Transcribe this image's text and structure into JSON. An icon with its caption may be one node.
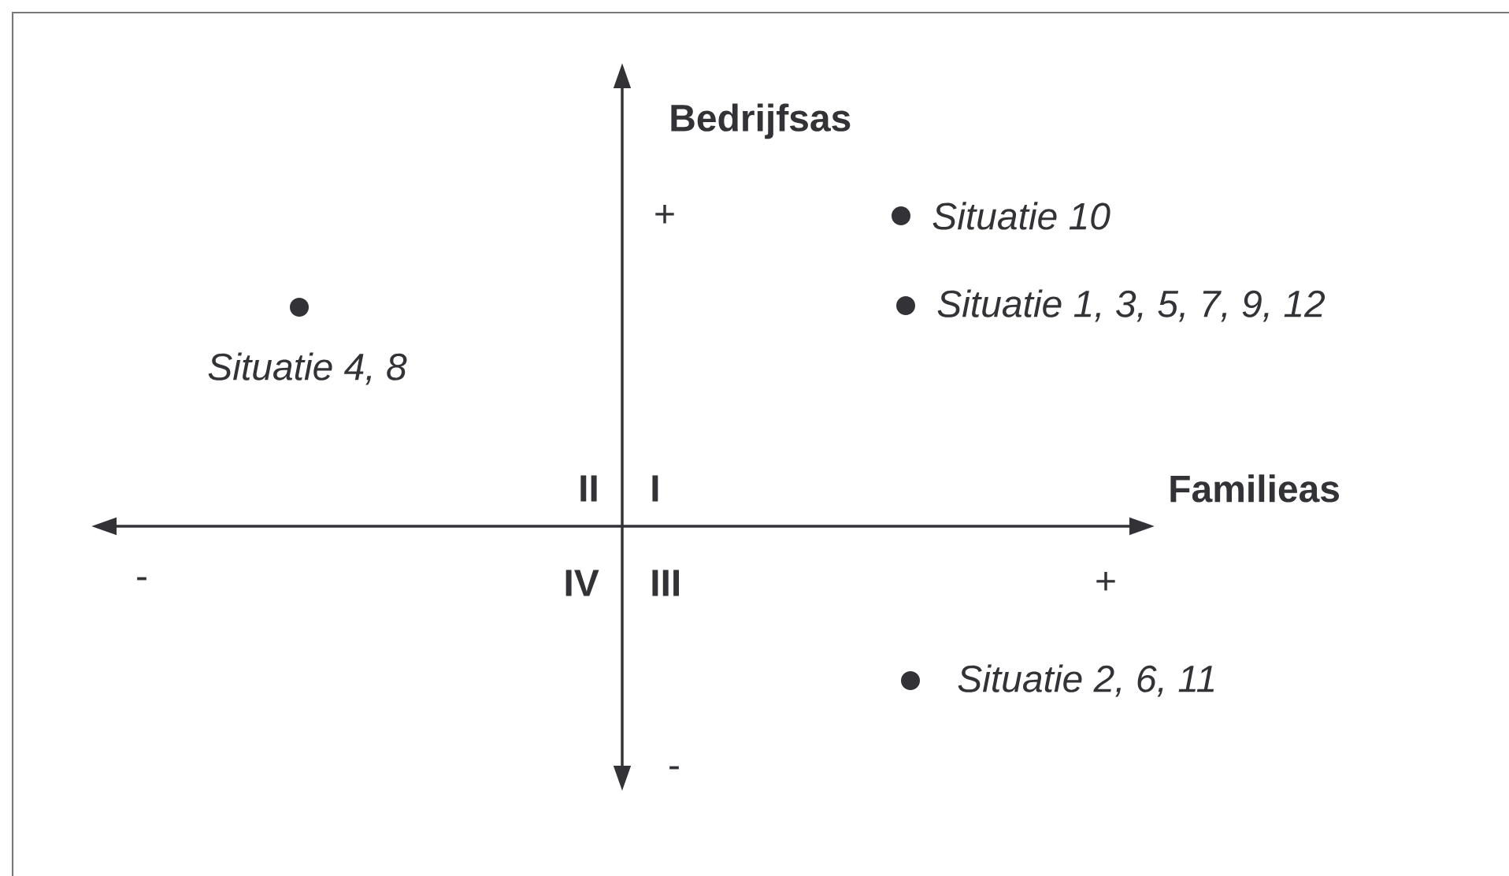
{
  "diagram": {
    "labels": [
      "Bedrijfsas",
      "+",
      "Situatie 10",
      "Situatie 1, 3, 5, 7, 9, 12",
      "Situatie 4, 8",
      "II",
      "I",
      "Familieas",
      "-",
      "IV",
      "III",
      "+",
      "Situatie 2, 6, 11",
      "-"
    ]
  }
}
